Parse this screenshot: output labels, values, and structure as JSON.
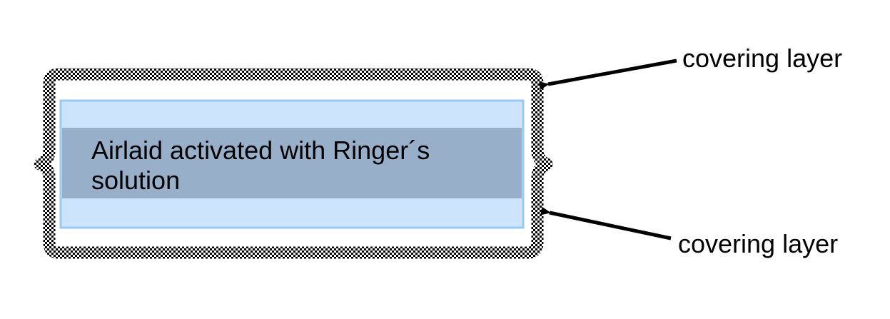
{
  "diagram": {
    "core_label": "Airlaid activated with Ringer´s solution",
    "top_annotation": "covering layer",
    "bottom_annotation": "covering layer"
  },
  "colors": {
    "envelope_pattern_dark": "#000000",
    "envelope_pattern_light": "#ffffff",
    "outer_band": "#cce5fc",
    "outer_band_border": "#99c9f5",
    "core_band": "#97afc8",
    "text": "#000000"
  }
}
